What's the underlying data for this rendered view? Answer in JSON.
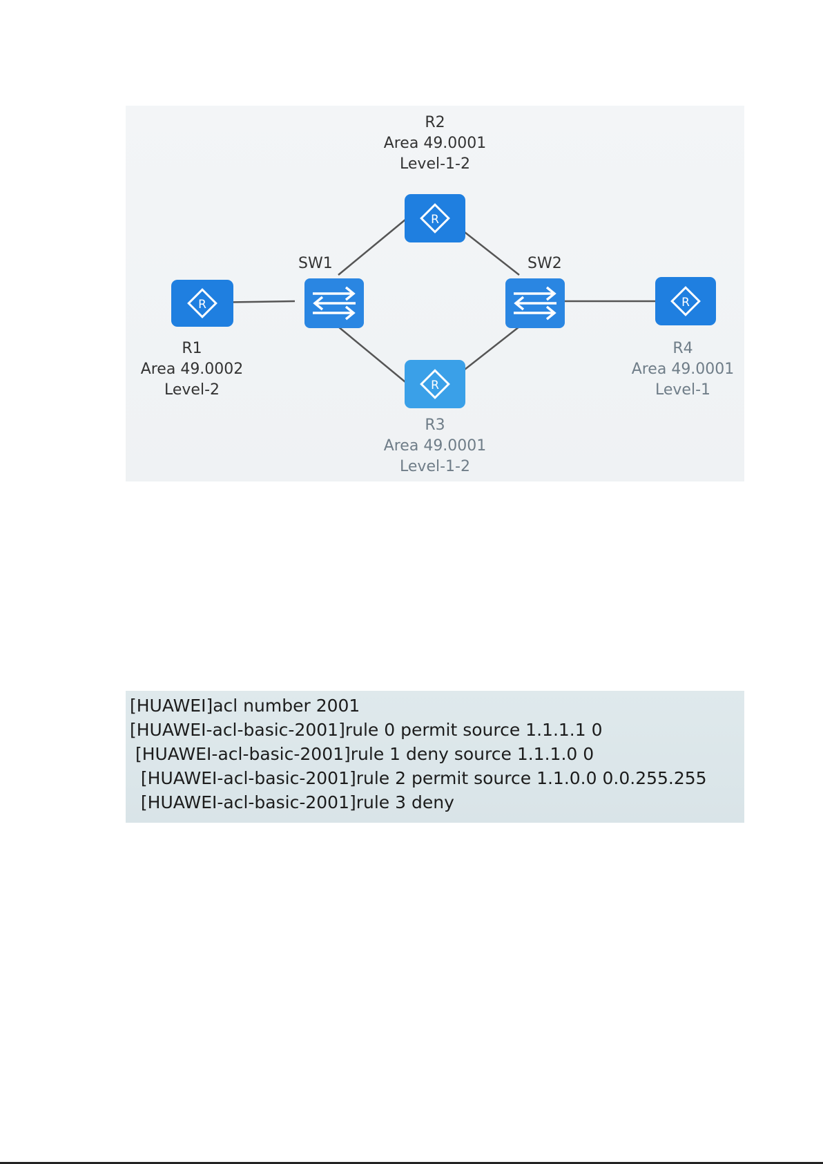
{
  "topology": {
    "r2": {
      "name": "R2",
      "area": "Area 49.0001",
      "level": "Level-1-2"
    },
    "r1": {
      "name": "R1",
      "area": "Area 49.0002",
      "level": "Level-2"
    },
    "r3": {
      "name": "R3",
      "area": "Area 49.0001",
      "level": "Level-1-2"
    },
    "r4": {
      "name": "R4",
      "area": "Area 49.0001",
      "level": "Level-1"
    },
    "sw1": {
      "name": "SW1"
    },
    "sw2": {
      "name": "SW2"
    },
    "colors": {
      "device": "#1f7fe0",
      "device_light": "#3aa0e8",
      "link": "#555555",
      "label": "#333333",
      "label_faded": "#6f7d88"
    }
  },
  "cli": {
    "lines": [
      "[HUAWEI]acl number 2001",
      "[HUAWEI-acl-basic-2001]rule 0 permit source 1.1.1.1 0",
      " [HUAWEI-acl-basic-2001]rule 1 deny source 1.1.1.0 0",
      "  [HUAWEI-acl-basic-2001]rule 2 permit source 1.1.0.0 0.0.255.255",
      "  [HUAWEI-acl-basic-2001]rule 3 deny"
    ]
  }
}
